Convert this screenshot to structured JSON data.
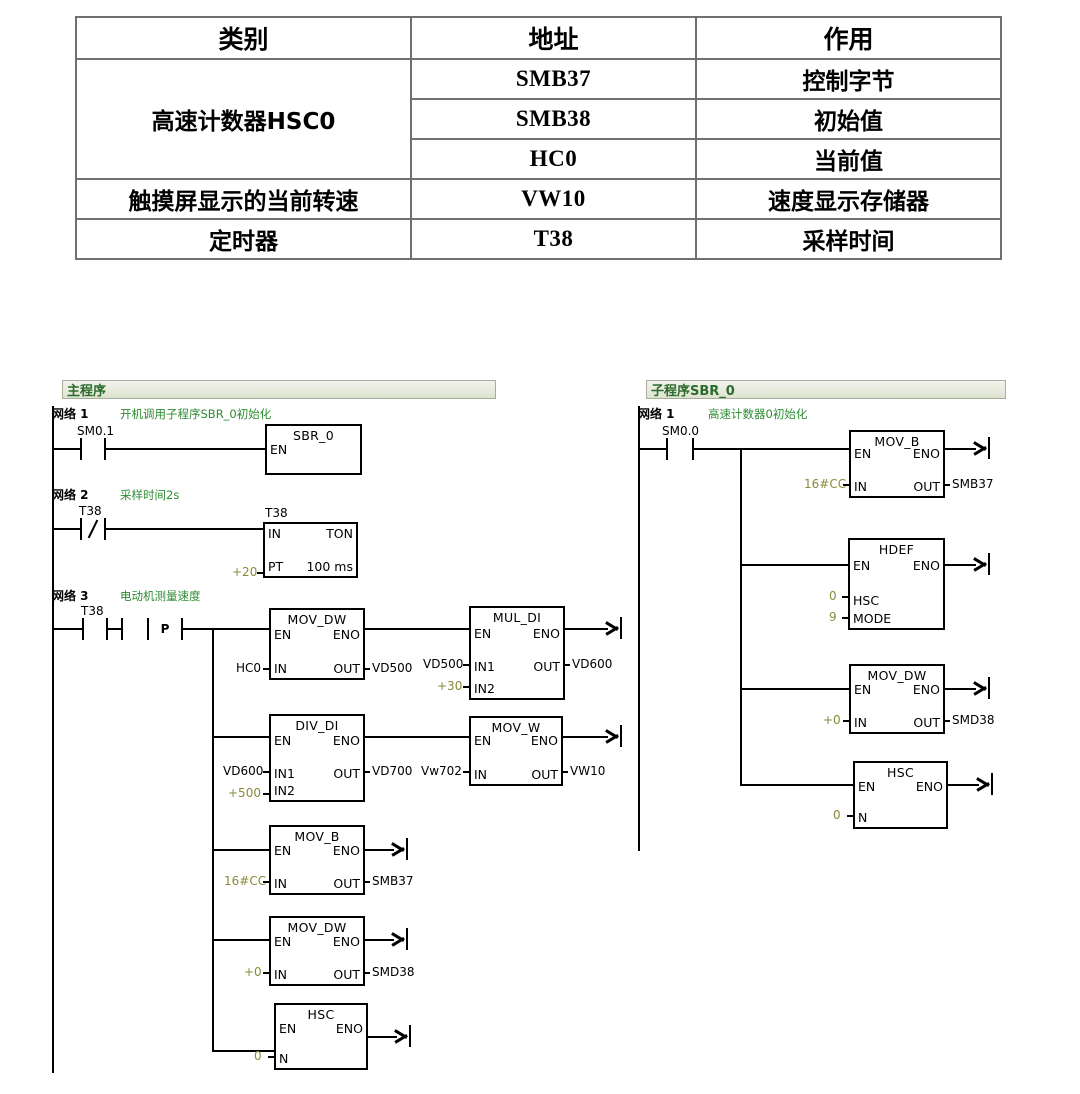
{
  "table": {
    "headers": [
      "类别",
      "地址",
      "作用"
    ],
    "rows": [
      {
        "category": "高速计数器HSC0",
        "rowspan": 3,
        "address": "SMB37",
        "use": "控制字节"
      },
      {
        "category": "",
        "address": "SMB38",
        "use": "初始值"
      },
      {
        "category": "",
        "address": "HC0",
        "use": "当前值"
      },
      {
        "category": "触摸屏显示的当前转速",
        "rowspan": 1,
        "address": "VW10",
        "use": "速度显示存储器"
      },
      {
        "category": "定时器",
        "rowspan": 1,
        "address": "T38",
        "use": "采样时间"
      }
    ]
  },
  "main_program": {
    "title": "主程序",
    "networks": [
      {
        "label": "网络 1",
        "comment": "开机调用子程序SBR_0初始化",
        "contacts": [
          {
            "name": "SM0.1",
            "type": "NO"
          }
        ],
        "blocks": [
          {
            "name": "SBR_0",
            "pins_left": [
              "EN"
            ],
            "pins_right": [],
            "operands_left": [],
            "operands_right": []
          }
        ]
      },
      {
        "label": "网络 2",
        "comment": "采样时间2s",
        "contacts": [
          {
            "name": "T38",
            "type": "NC"
          }
        ],
        "blocks": [
          {
            "name": "T38",
            "pins_left": [
              "IN",
              "PT"
            ],
            "pins_right": [
              "TON",
              "100 ms"
            ],
            "operands_left": [
              "",
              "+20"
            ],
            "operands_right": []
          }
        ]
      },
      {
        "label": "网络 3",
        "comment": "电动机测量速度",
        "contacts": [
          {
            "name": "T38",
            "type": "NO"
          },
          {
            "name": "",
            "type": "P"
          }
        ],
        "blocks": [
          {
            "name": "MOV_DW",
            "pins_left": [
              "EN",
              "IN"
            ],
            "pins_right": [
              "ENO",
              "OUT"
            ],
            "operands_left": [
              "",
              "HC0"
            ],
            "operands_right": [
              "",
              "VD500"
            ]
          },
          {
            "name": "MUL_DI",
            "pins_left": [
              "EN",
              "IN1",
              "IN2"
            ],
            "pins_right": [
              "ENO",
              "OUT"
            ],
            "operands_left": [
              "",
              "VD500",
              "+30"
            ],
            "operands_right": [
              "",
              "VD600"
            ]
          },
          {
            "name": "DIV_DI",
            "pins_left": [
              "EN",
              "IN1",
              "IN2"
            ],
            "pins_right": [
              "ENO",
              "OUT"
            ],
            "operands_left": [
              "",
              "VD600",
              "+500"
            ],
            "operands_right": [
              "",
              "VD700"
            ]
          },
          {
            "name": "MOV_W",
            "pins_left": [
              "EN",
              "IN"
            ],
            "pins_right": [
              "ENO",
              "OUT"
            ],
            "operands_left": [
              "",
              "Vw702"
            ],
            "operands_right": [
              "",
              "VW10"
            ]
          },
          {
            "name": "MOV_B",
            "pins_left": [
              "EN",
              "IN"
            ],
            "pins_right": [
              "ENO",
              "OUT"
            ],
            "operands_left": [
              "",
              "16#CC"
            ],
            "operands_right": [
              "",
              "SMB37"
            ]
          },
          {
            "name": "MOV_DW",
            "pins_left": [
              "EN",
              "IN"
            ],
            "pins_right": [
              "ENO",
              "OUT"
            ],
            "operands_left": [
              "",
              "+0"
            ],
            "operands_right": [
              "",
              "SMD38"
            ]
          },
          {
            "name": "HSC",
            "pins_left": [
              "EN",
              "N"
            ],
            "pins_right": [
              "ENO"
            ],
            "operands_left": [
              "",
              "0"
            ],
            "operands_right": []
          }
        ]
      }
    ]
  },
  "sub_program": {
    "title": "子程序SBR_0",
    "networks": [
      {
        "label": "网络 1",
        "comment": "高速计数器0初始化",
        "contacts": [
          {
            "name": "SM0.0",
            "type": "NO"
          }
        ],
        "blocks": [
          {
            "name": "MOV_B",
            "pins_left": [
              "EN",
              "IN"
            ],
            "pins_right": [
              "ENO",
              "OUT"
            ],
            "operands_left": [
              "",
              "16#CC"
            ],
            "operands_right": [
              "",
              "SMB37"
            ]
          },
          {
            "name": "HDEF",
            "pins_left": [
              "EN",
              "HSC",
              "MODE"
            ],
            "pins_right": [
              "ENO"
            ],
            "operands_left": [
              "",
              "0",
              "9"
            ],
            "operands_right": []
          },
          {
            "name": "MOV_DW",
            "pins_left": [
              "EN",
              "IN"
            ],
            "pins_right": [
              "ENO",
              "OUT"
            ],
            "operands_left": [
              "",
              "+0"
            ],
            "operands_right": [
              "",
              "SMD38"
            ]
          },
          {
            "name": "HSC",
            "pins_left": [
              "EN",
              "N"
            ],
            "pins_right": [
              "ENO"
            ],
            "operands_left": [
              "",
              "0"
            ],
            "operands_right": []
          }
        ]
      }
    ]
  },
  "labels": {
    "mp_net1_label": "网络 1",
    "mp_net1_comment": "开机调用子程序SBR_0初始化",
    "mp_net1_contact": "SM0.1",
    "mp_net1_box_title": "SBR_0",
    "mp_net1_box_en": "EN",
    "mp_net2_label": "网络 2",
    "mp_net2_comment": "采样时间2s",
    "mp_net2_contact": "T38",
    "mp_net2_box_title": "T38",
    "mp_net2_in": "IN",
    "mp_net2_ton": "TON",
    "mp_net2_pt": "PT",
    "mp_net2_timebase": "100 ms",
    "mp_net2_preset": "+20",
    "mp_net3_label": "网络 3",
    "mp_net3_comment": "电动机测量速度",
    "mp_net3_contact": "T38",
    "mp_net3_p": "P",
    "b1_title": "MOV_DW",
    "b1_en": "EN",
    "b1_eno": "ENO",
    "b1_in": "IN",
    "b1_out": "OUT",
    "b1_in_op": "HC0",
    "b1_out_op": "VD500",
    "b2_title": "MUL_DI",
    "b2_en": "EN",
    "b2_eno": "ENO",
    "b2_in1": "IN1",
    "b2_in2": "IN2",
    "b2_out": "OUT",
    "b2_in1_op": "VD500",
    "b2_in2_op": "+30",
    "b2_out_op": "VD600",
    "b3_title": "DIV_DI",
    "b3_en": "EN",
    "b3_eno": "ENO",
    "b3_in1": "IN1",
    "b3_in2": "IN2",
    "b3_out": "OUT",
    "b3_in1_op": "VD600",
    "b3_in2_op": "+500",
    "b3_out_op": "VD700",
    "b4_title": "MOV_W",
    "b4_en": "EN",
    "b4_eno": "ENO",
    "b4_in": "IN",
    "b4_out": "OUT",
    "b4_in_op": "Vw702",
    "b4_out_op": "VW10",
    "b5_title": "MOV_B",
    "b5_en": "EN",
    "b5_eno": "ENO",
    "b5_in": "IN",
    "b5_out": "OUT",
    "b5_in_op": "16#CC",
    "b5_out_op": "SMB37",
    "b6_title": "MOV_DW",
    "b6_en": "EN",
    "b6_eno": "ENO",
    "b6_in": "IN",
    "b6_out": "OUT",
    "b6_in_op": "+0",
    "b6_out_op": "SMD38",
    "b7_title": "HSC",
    "b7_en": "EN",
    "b7_eno": "ENO",
    "b7_n": "N",
    "b7_n_op": "0",
    "sp_title": "子程序SBR_0",
    "sp_net1_label": "网络 1",
    "sp_net1_comment": "高速计数器0初始化",
    "sp_net1_contact": "SM0.0",
    "s1_title": "MOV_B",
    "s1_en": "EN",
    "s1_eno": "ENO",
    "s1_in": "IN",
    "s1_out": "OUT",
    "s1_in_op": "16#CC",
    "s1_out_op": "SMB37",
    "s2_title": "HDEF",
    "s2_en": "EN",
    "s2_eno": "ENO",
    "s2_hsc": "HSC",
    "s2_mode": "MODE",
    "s2_hsc_op": "0",
    "s2_mode_op": "9",
    "s3_title": "MOV_DW",
    "s3_en": "EN",
    "s3_eno": "ENO",
    "s3_in": "IN",
    "s3_out": "OUT",
    "s3_in_op": "+0",
    "s3_out_op": "SMD38",
    "s4_title": "HSC",
    "s4_en": "EN",
    "s4_eno": "ENO",
    "s4_n": "N",
    "s4_n_op": "0",
    "main_title": "主程序"
  },
  "colors": {
    "comment_green": "#2e8b32",
    "constant_olive": "#8a8a3a",
    "wire_black": "#000000",
    "table_border": "#6f6f6f"
  }
}
